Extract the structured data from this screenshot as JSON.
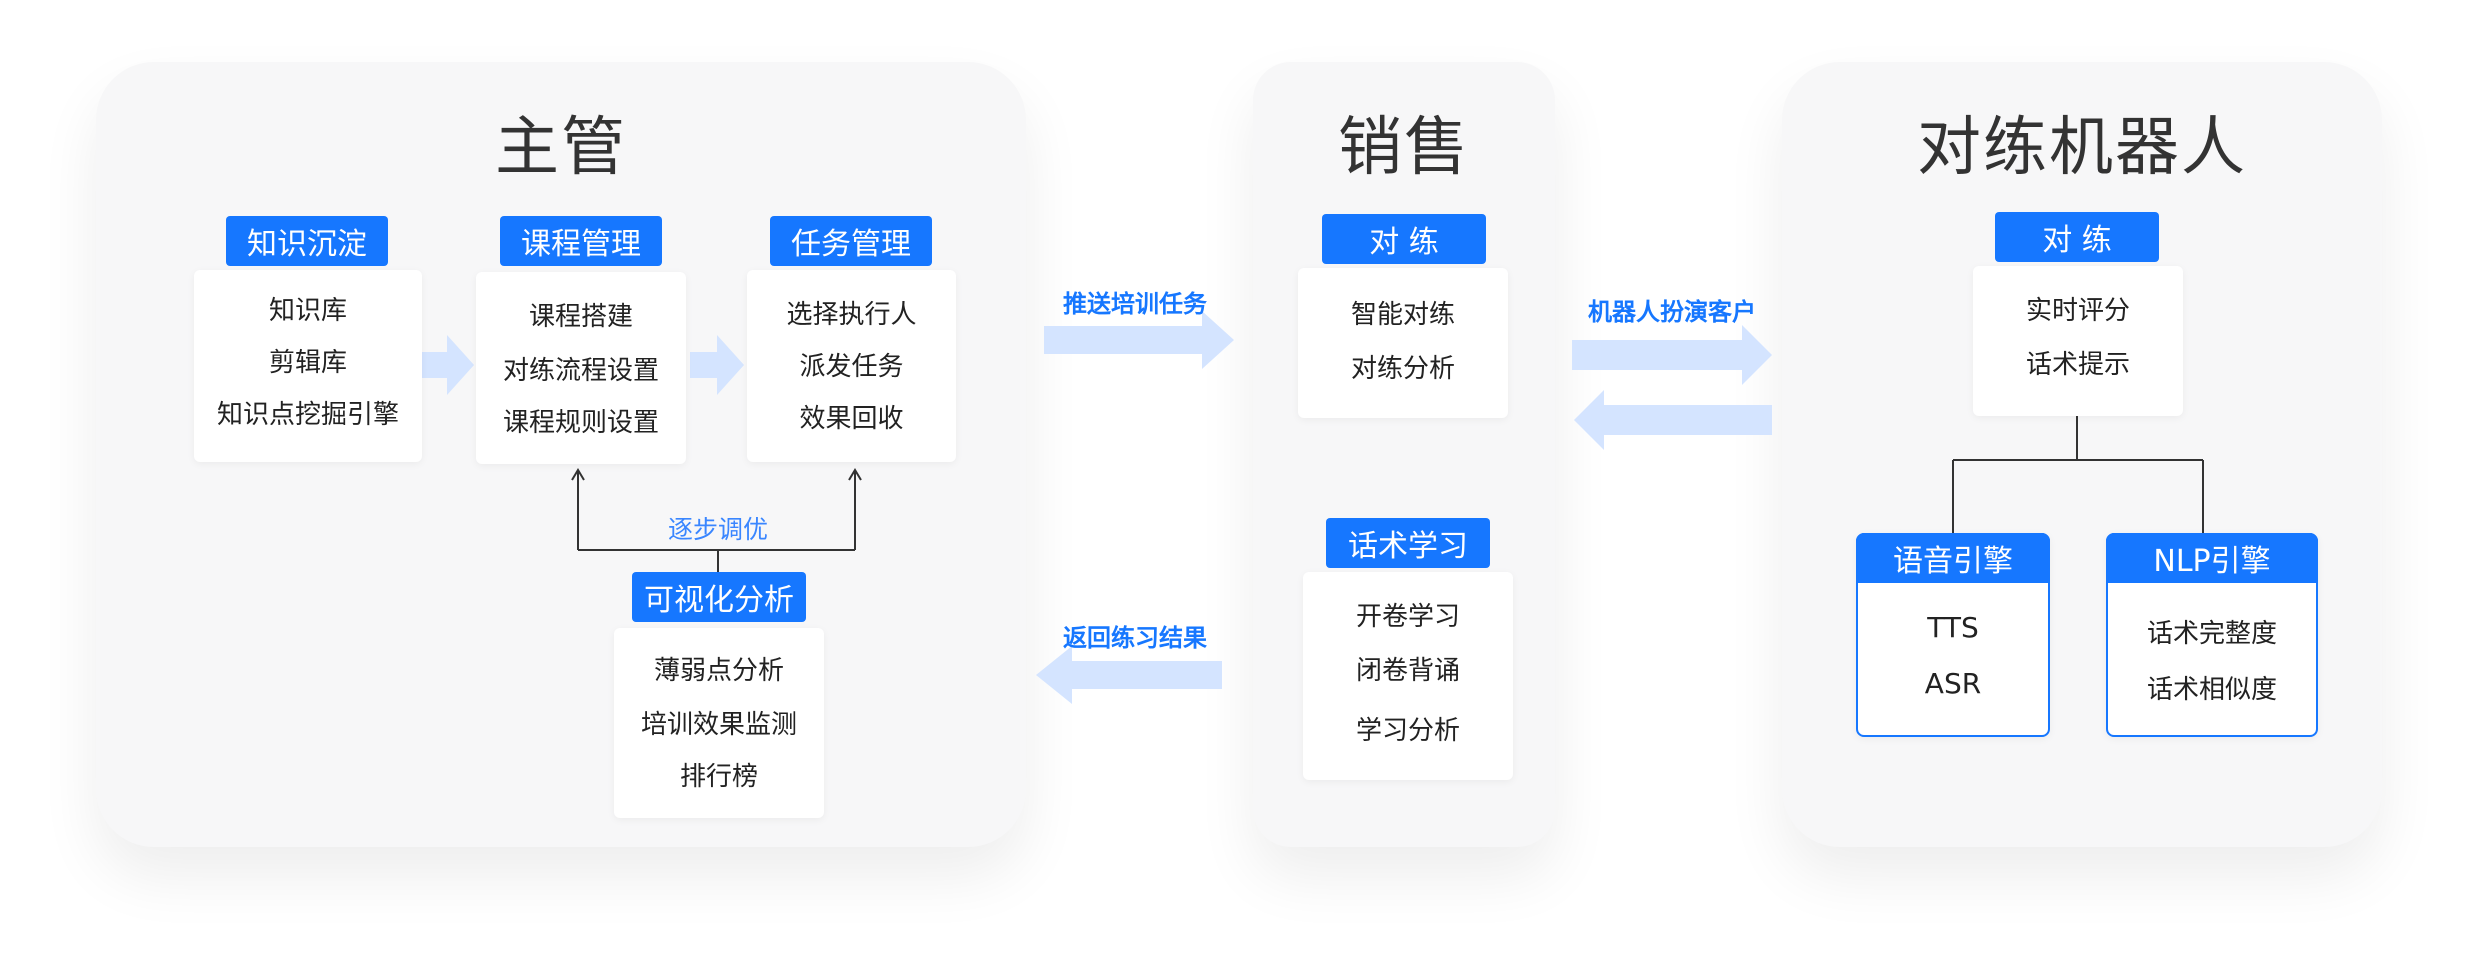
{
  "panels": {
    "supervisor": {
      "title": "主管",
      "knowledge": {
        "tag": "知识沉淀",
        "items": [
          "知识库",
          "剪辑库",
          "知识点挖掘引擎"
        ]
      },
      "course": {
        "tag": "课程管理",
        "items": [
          "课程搭建",
          "对练流程设置",
          "课程规则设置"
        ]
      },
      "task": {
        "tag": "任务管理",
        "items": [
          "选择执行人",
          "派发任务",
          "效果回收"
        ]
      },
      "feedback_label": "逐步调优",
      "analysis": {
        "tag": "可视化分析",
        "items": [
          "薄弱点分析",
          "培训效果监测",
          "排行榜"
        ]
      }
    },
    "sales": {
      "title": "销售",
      "practice": {
        "tag": "对 练",
        "items": [
          "智能对练",
          "对练分析"
        ]
      },
      "script": {
        "tag": "话术学习",
        "items": [
          "开卷学习",
          "闭卷背诵",
          "学习分析"
        ]
      }
    },
    "robot": {
      "title": "对练机器人",
      "practice": {
        "tag": "对 练",
        "items": [
          "实时评分",
          "话术提示"
        ]
      },
      "voice": {
        "tag": "语音引擎",
        "items": [
          "TTS",
          "ASR"
        ]
      },
      "nlp": {
        "tag": "NLP引擎",
        "items": [
          "话术完整度",
          "话术相似度"
        ]
      }
    }
  },
  "flows": {
    "push_tasks": "推送培训任务",
    "return_results": "返回练习结果",
    "robot_role": "机器人扮演客户"
  },
  "colors": {
    "accent": "#1677ff",
    "arrow": "#d4e4ff",
    "panel": "#f7f7f8"
  }
}
